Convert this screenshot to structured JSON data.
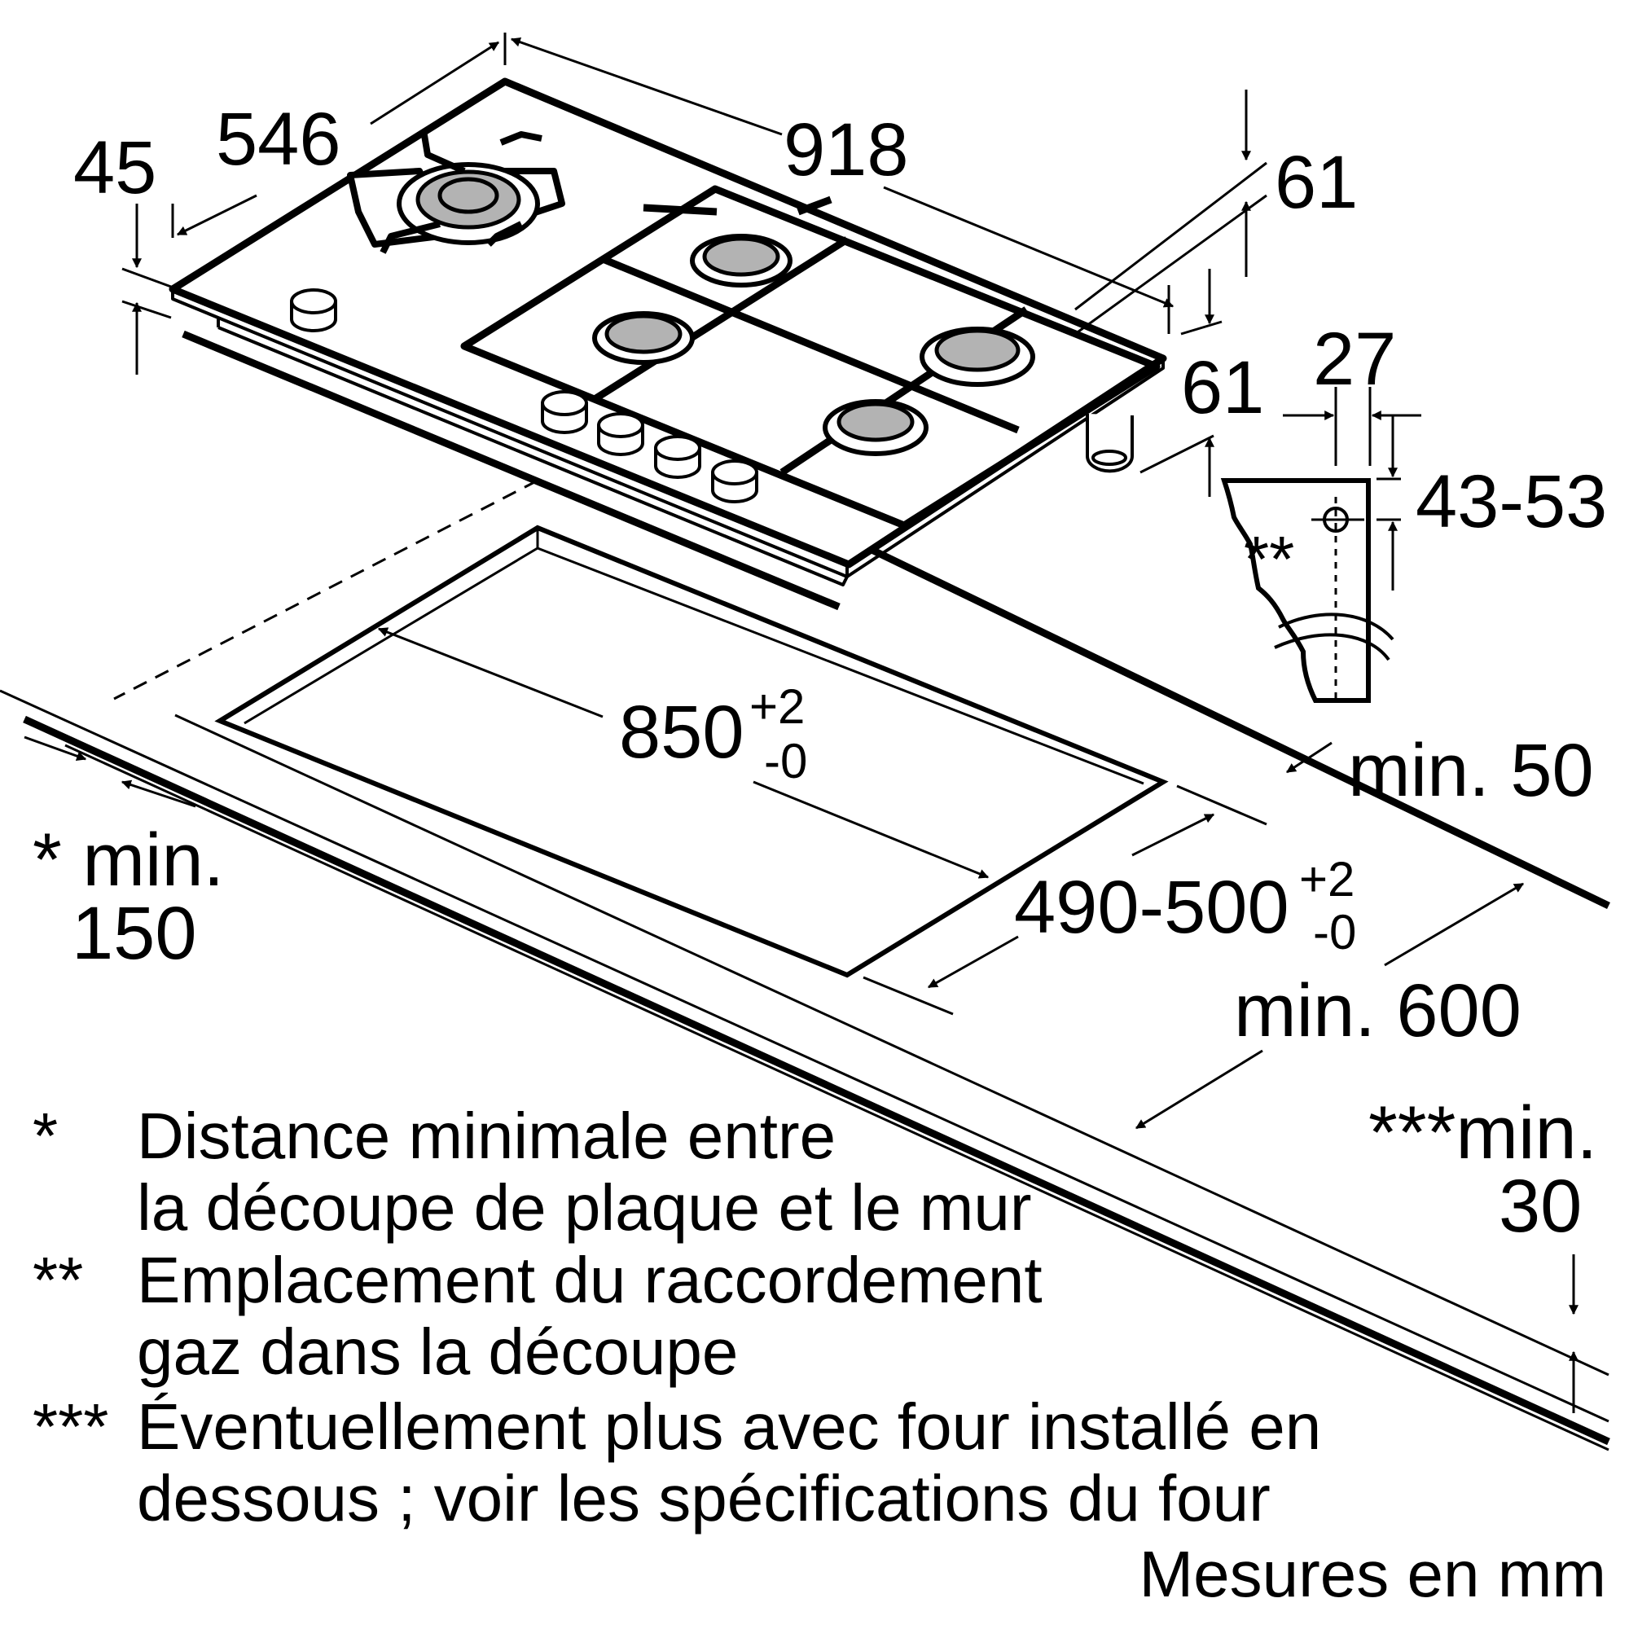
{
  "dimensions": {
    "d45": "45",
    "d546": "546",
    "d918": "918",
    "d61_top": "61",
    "d61_side": "61",
    "d27": "27",
    "d43_53": "43-53",
    "d_cutout_length": "850",
    "d_cutout_length_tol_plus": "+2",
    "d_cutout_length_tol_minus": "-0",
    "d_cutout_depth": "490-500",
    "d_cutout_depth_tol_plus": "+2",
    "d_cutout_depth_tol_minus": "-0",
    "d_min50": "min. 50",
    "d_min600": "min. 600",
    "d_min150_a": "* min.",
    "d_min150_b": "150",
    "d_min30_a": "***min.",
    "d_min30_b": "30",
    "gas_mark": "**"
  },
  "notes": [
    {
      "marker": "*",
      "line1": "Distance minimale entre",
      "line2": "la découpe de plaque et le mur"
    },
    {
      "marker": "**",
      "line1": "Emplacement du raccordement",
      "line2": "gaz dans la découpe"
    },
    {
      "marker": "***",
      "line1": "Éventuellement plus avec four installé en",
      "line2": "dessous ; voir les spécifications du four"
    }
  ],
  "units_label": "Mesures en mm",
  "colors": {
    "ink": "#000000",
    "burner": "#b3b3b3",
    "paper": "#ffffff"
  }
}
